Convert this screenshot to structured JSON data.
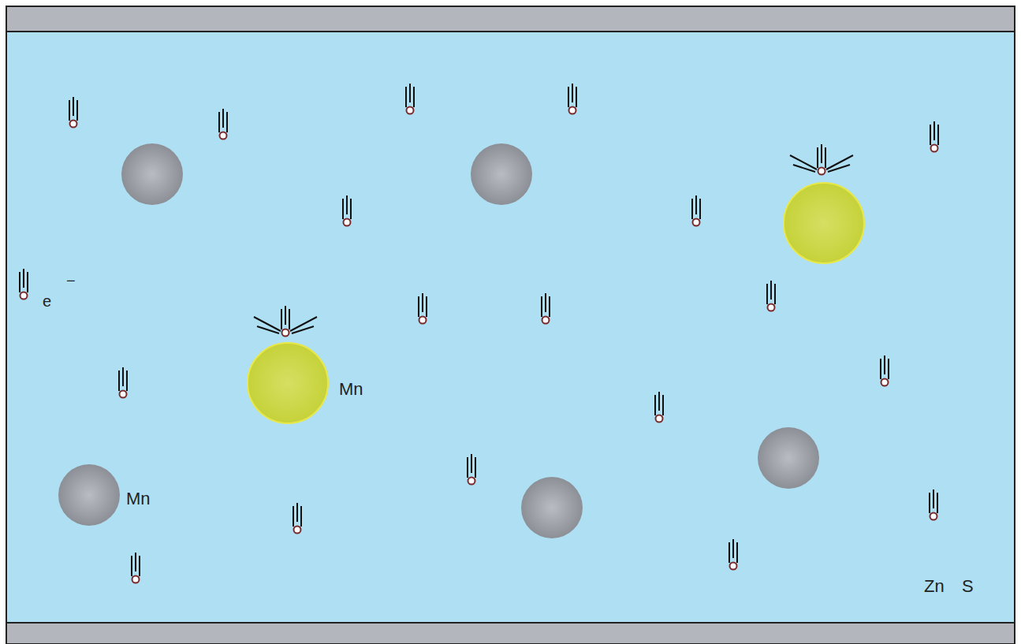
{
  "diagram": {
    "labels": [
      "e",
      "−",
      "Mn",
      "Mn",
      "Zn",
      "S"
    ]
  }
}
